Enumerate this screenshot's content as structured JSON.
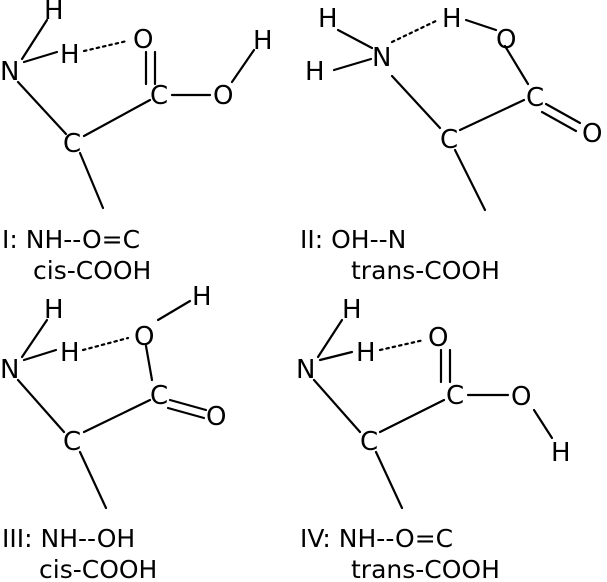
{
  "atoms": {
    "hydrogen": "H",
    "nitrogen": "N",
    "oxygen": "O",
    "carbon": "C"
  },
  "conformers": [
    {
      "id": "I",
      "label": "I: NH--O=C",
      "config": "cis-COOH"
    },
    {
      "id": "II",
      "label": "II: OH--N",
      "config": "trans-COOH"
    },
    {
      "id": "III",
      "label": "III: NH--OH",
      "config": "cis-COOH"
    },
    {
      "id": "IV",
      "label": "IV: NH--O=C",
      "config": "trans-COOH"
    }
  ]
}
